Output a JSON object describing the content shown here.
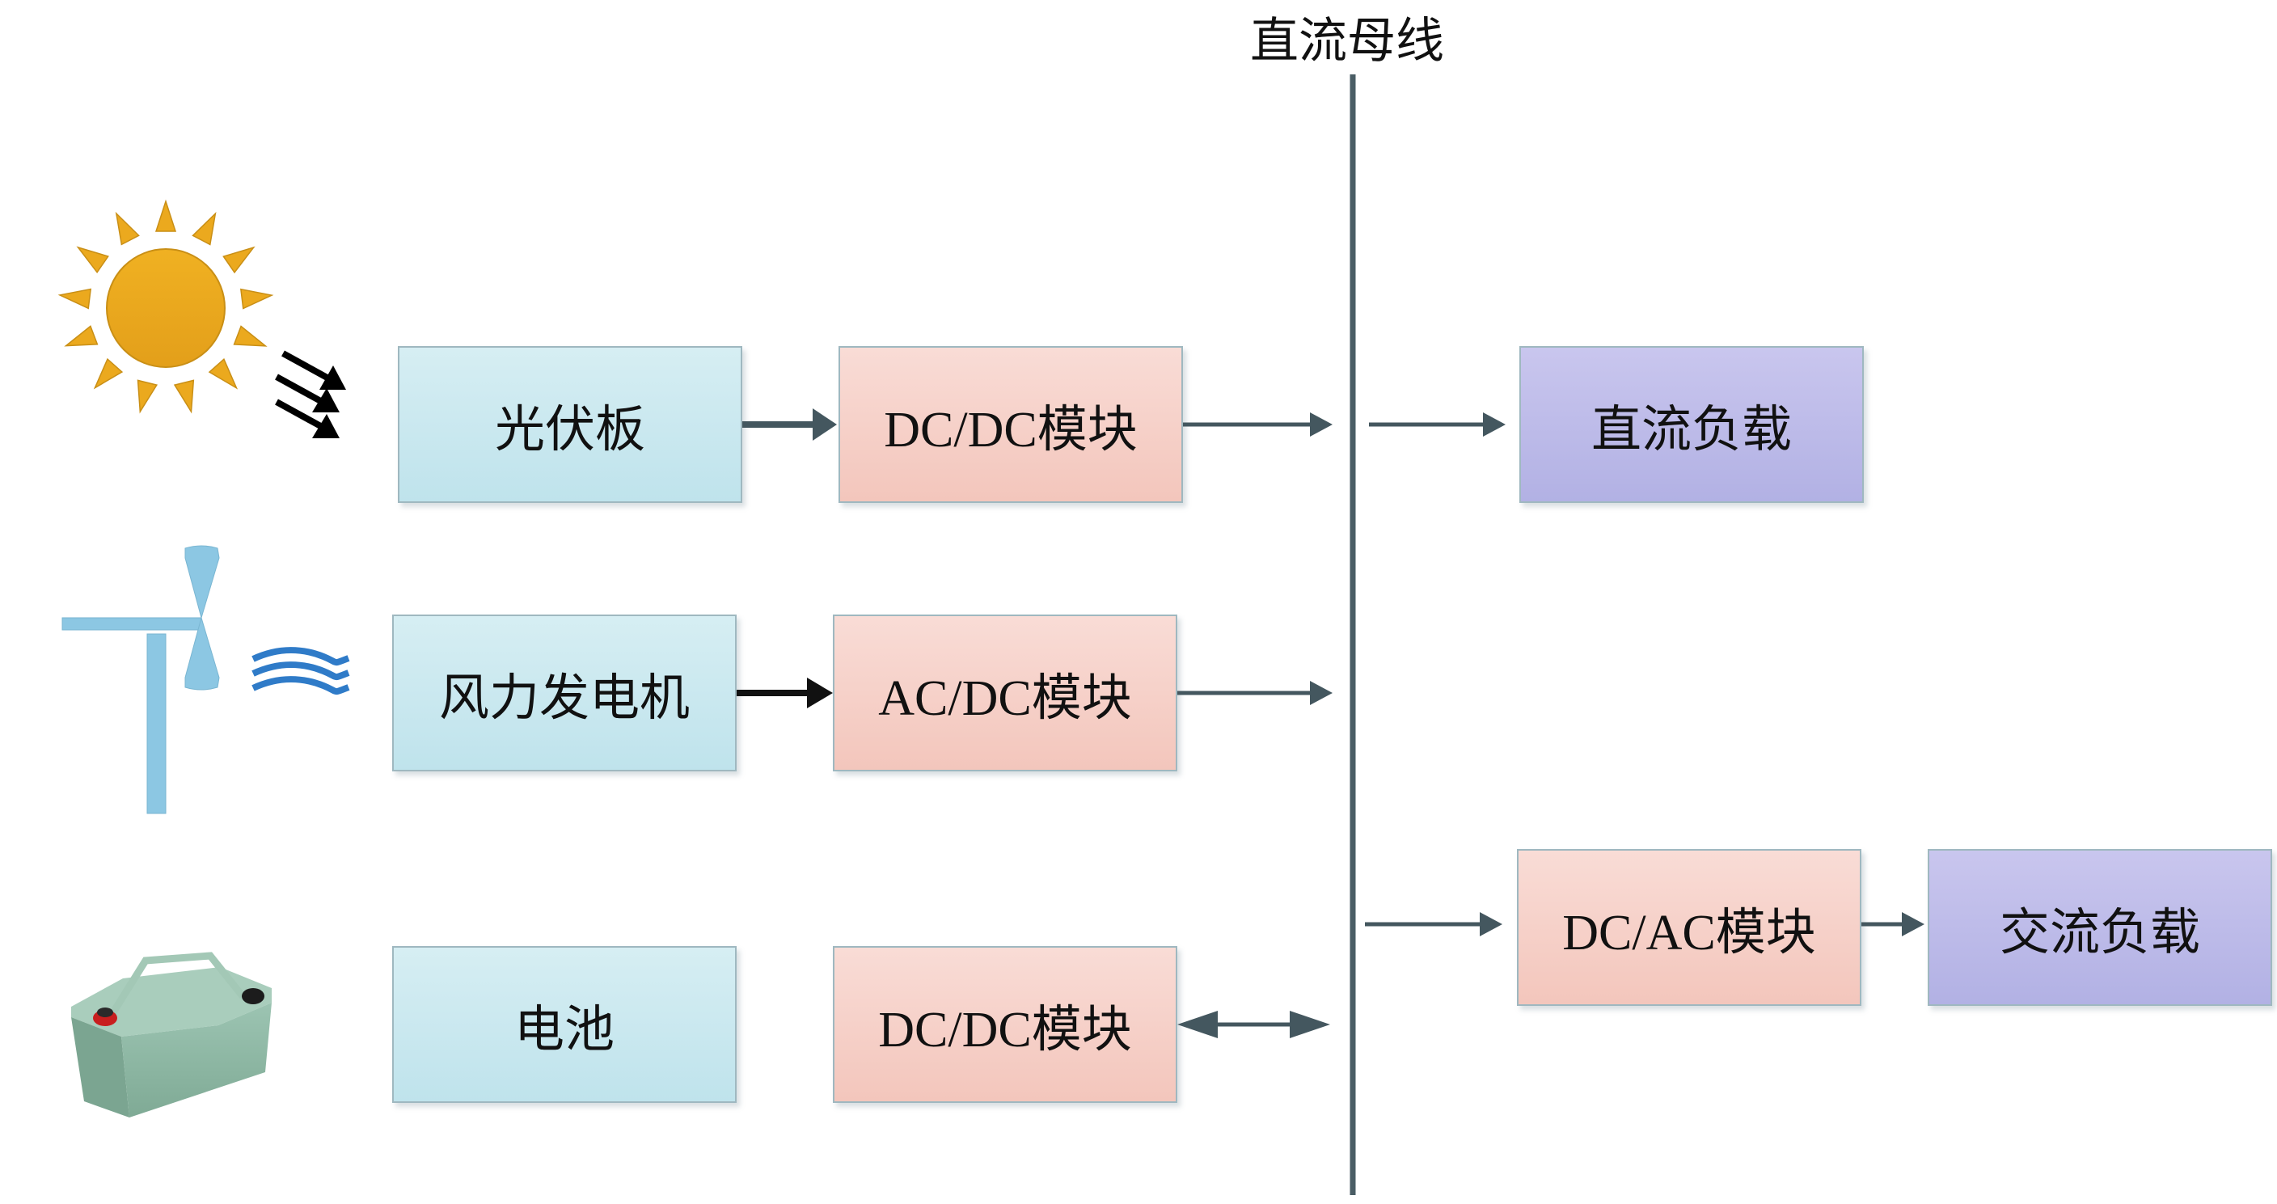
{
  "diagram": {
    "bus": {
      "label": "直流母线"
    },
    "sources": [
      {
        "id": "pv",
        "label": "光伏板",
        "icon": "sun-icon",
        "converter": "DC/DC模块",
        "flow": "to-bus"
      },
      {
        "id": "wind",
        "label": "风力发电机",
        "icon": "wind-turbine-icon",
        "converter": "AC/DC模块",
        "flow": "to-bus"
      },
      {
        "id": "battery",
        "label": "电池",
        "icon": "battery-icon",
        "converter": "DC/DC模块",
        "flow": "bidirectional"
      }
    ],
    "loads": [
      {
        "id": "dc-load",
        "label": "直流负载",
        "converter": null
      },
      {
        "id": "ac-load",
        "label": "交流负载",
        "converter": "DC/AC模块"
      }
    ],
    "colors": {
      "source_box": "#c9e8f0",
      "converter_box": "#f6d0c8",
      "load_box": "#bebbea",
      "arrow": "#44575f",
      "bus_line": "#4a5d65",
      "sun": "#eba91e",
      "wind": "#8cc7e3",
      "wind_waves": "#2f7bc8",
      "battery": "#8fb8a6"
    }
  }
}
